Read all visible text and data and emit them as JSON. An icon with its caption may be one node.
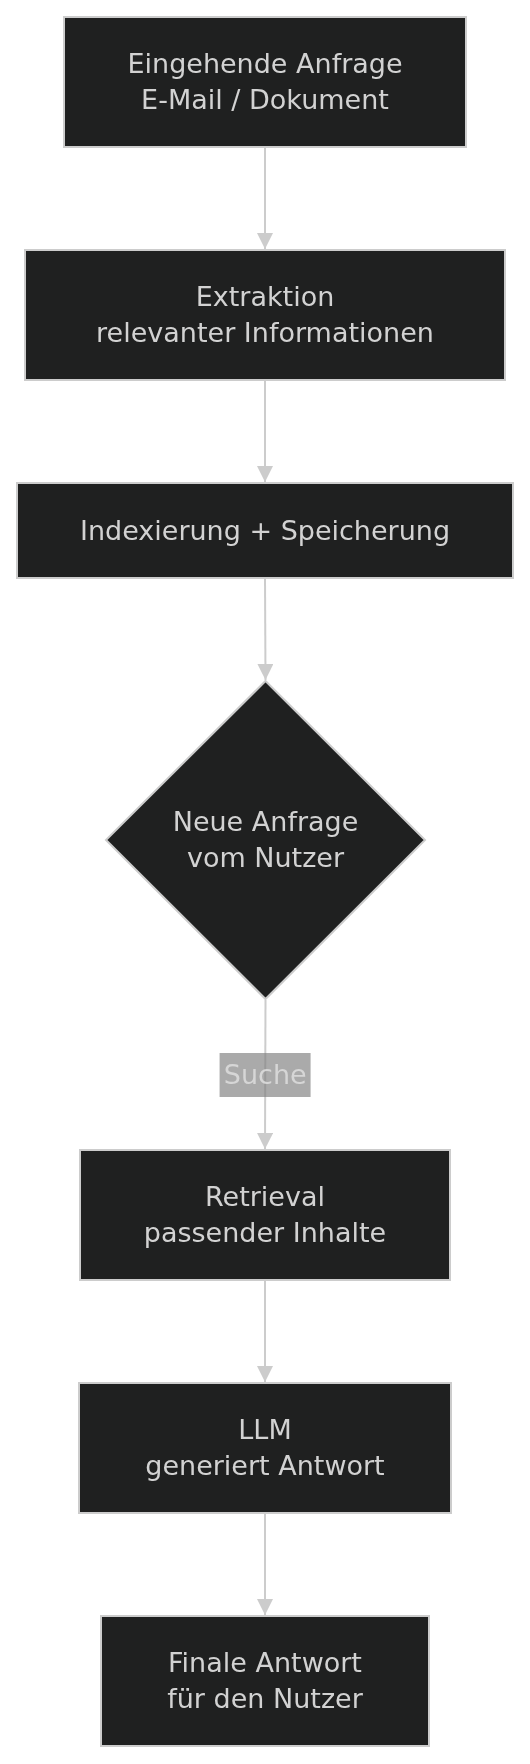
{
  "diagram": {
    "nodes": [
      {
        "text": [
          "Eingehende Anfrage E-Mail / Dokument"
        ]
      },
      {
        "text": [
          "Extraktion relevanter Informationen"
        ]
      },
      {
        "text": [
          "Indexierung + Speicherung"
        ]
      },
      {
        "text": [
          "Neue Anfrage vom Nutzer"
        ]
      },
      {
        "text": [
          "Retrieval passender Inhalte"
        ]
      },
      {
        "text": [
          "LLM generiert Antwort"
        ]
      },
      {
        "text": [
          "Finale Antwort für den Nutzer"
        ]
      }
    ],
    "edges": [
      {
        "from": 0,
        "to": 1,
        "arrow": "to"
      },
      {
        "from": 1,
        "to": 2,
        "arrow": "to"
      },
      {
        "from": 2,
        "to": 3,
        "arrow": "to"
      },
      {
        "from": 3,
        "to": 4,
        "arrow": "to",
        "label": "Suche"
      },
      {
        "from": 4,
        "to": 5,
        "arrow": "to"
      },
      {
        "from": 5,
        "to": 6,
        "arrow": "to"
      }
    ]
  }
}
